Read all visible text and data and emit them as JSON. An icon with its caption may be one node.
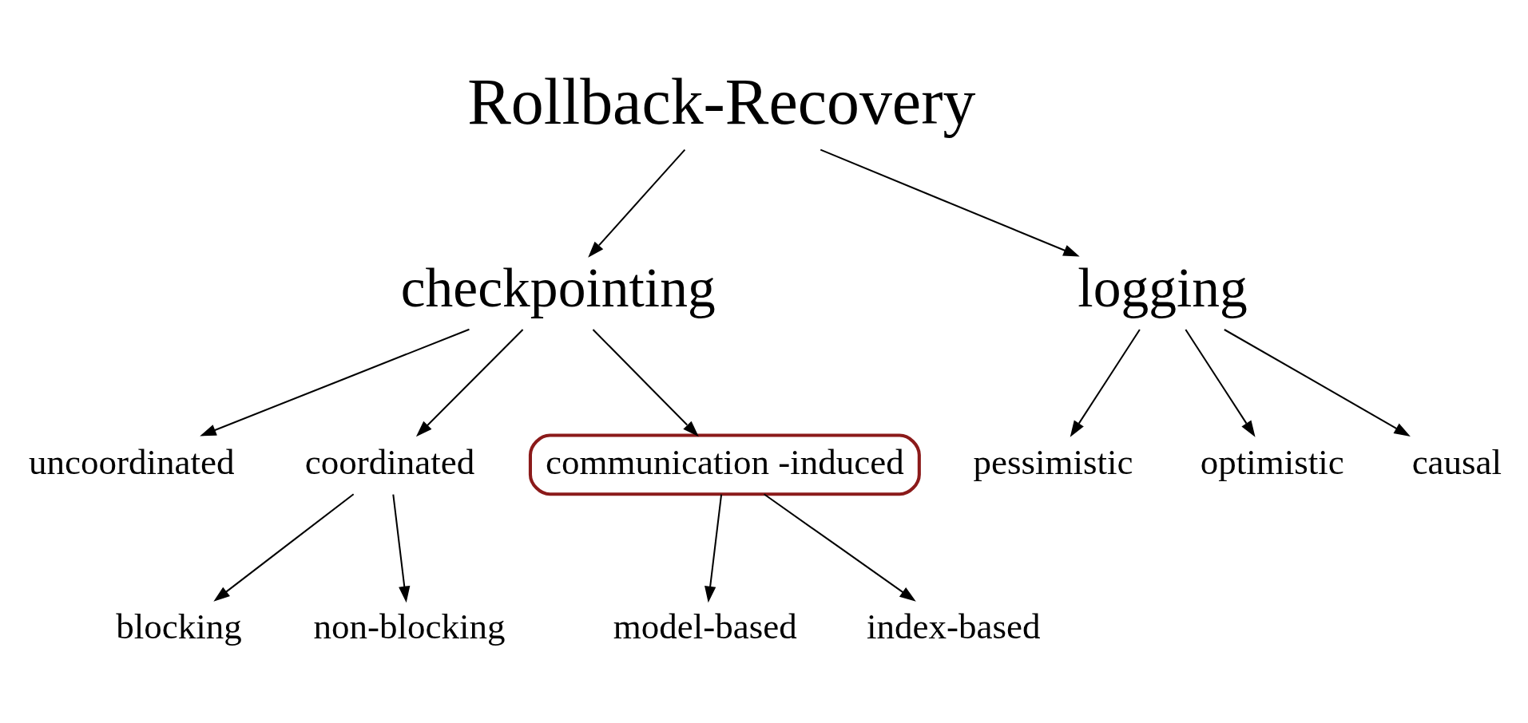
{
  "diagram": {
    "nodes": [
      {
        "text": [
          "Rollback-Recovery"
        ]
      },
      {
        "text": [
          "checkpointing"
        ]
      },
      {
        "text": [
          "logging"
        ]
      },
      {
        "text": [
          "uncoordinated"
        ]
      },
      {
        "text": [
          "coordinated"
        ]
      },
      {
        "text": [
          "communication -induced"
        ]
      },
      {
        "text": [
          "pessimistic"
        ]
      },
      {
        "text": [
          "optimistic"
        ]
      },
      {
        "text": [
          "causal"
        ]
      },
      {
        "text": [
          "blocking"
        ]
      },
      {
        "text": [
          "non-blocking"
        ]
      },
      {
        "text": [
          "model-based"
        ]
      },
      {
        "text": [
          "index-based"
        ]
      }
    ],
    "edges": [
      {
        "from": 0,
        "to": 1,
        "arrow": "to"
      },
      {
        "from": 0,
        "to": 2,
        "arrow": "to"
      },
      {
        "from": 1,
        "to": 3,
        "arrow": "to"
      },
      {
        "from": 1,
        "to": 4,
        "arrow": "to"
      },
      {
        "from": 1,
        "to": 5,
        "arrow": "to"
      },
      {
        "from": 2,
        "to": 6,
        "arrow": "to"
      },
      {
        "from": 2,
        "to": 7,
        "arrow": "to"
      },
      {
        "from": 2,
        "to": 8,
        "arrow": "to"
      },
      {
        "from": 4,
        "to": 9,
        "arrow": "to"
      },
      {
        "from": 4,
        "to": 10,
        "arrow": "to"
      },
      {
        "from": 5,
        "to": 11,
        "arrow": "to"
      },
      {
        "from": 5,
        "to": 12,
        "arrow": "to"
      }
    ]
  }
}
